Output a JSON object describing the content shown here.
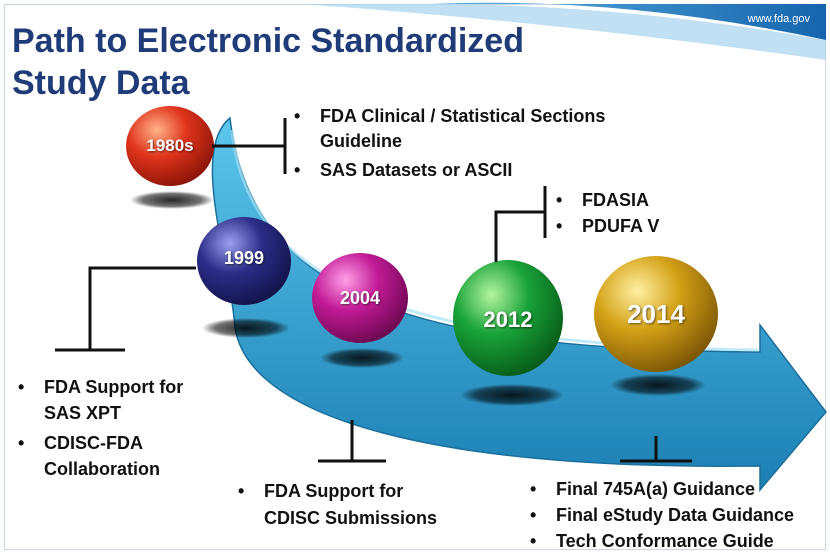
{
  "slide": {
    "title_line1": "Path to Electronic Standardized",
    "title_line2": "Study Data",
    "site_url": "www.fda.gov",
    "colors": {
      "title": "#1f3b78",
      "arrow": "#2e9ccc",
      "header_wave": "#1e7fc0",
      "year_1980s": "#e0341c",
      "year_1999": "#2b2d88",
      "year_2004": "#c21a95",
      "year_2012": "#19a33a",
      "year_2014": "#d4a216"
    }
  },
  "milestones": [
    {
      "year": "1980s",
      "bullets": [
        "FDA Clinical / Statistical Sections Guideline",
        "SAS Datasets or ASCII"
      ]
    },
    {
      "year": "1999",
      "bullets": [
        "FDA Support for SAS XPT",
        "CDISC-FDA Collaboration"
      ]
    },
    {
      "year": "2004",
      "bullets": [
        "FDA Support for CDISC Submissions"
      ]
    },
    {
      "year": "2012",
      "bullets": [
        "FDASIA",
        "PDUFA V"
      ]
    },
    {
      "year": "2014",
      "bullets": [
        "Final 745A(a) Guidance",
        "Final eStudy Data Guidance",
        "Tech Conformance Guide"
      ]
    }
  ]
}
